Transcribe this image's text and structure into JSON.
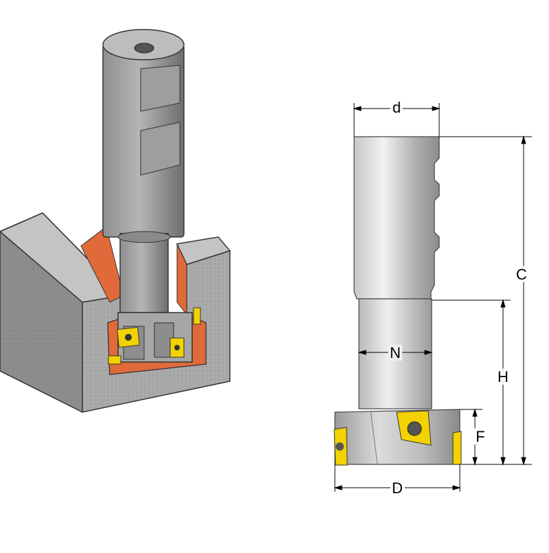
{
  "dimension_labels": {
    "d": "d",
    "C": "C",
    "N": "N",
    "H": "H",
    "F": "F",
    "D": "D"
  },
  "colors": {
    "steel_light": "#d9d9d9",
    "steel_mid": "#a9a9a9",
    "steel_dark": "#6f6f6f",
    "block": "#a7a7a7",
    "slot_orange": "#e06a3a",
    "insert_yellow": "#f2d200",
    "line": "#000000"
  },
  "icons": {
    "left_view": "t-slot-cutter-in-workpiece-illustration",
    "right_view": "t-slot-cutter-dimension-drawing"
  }
}
